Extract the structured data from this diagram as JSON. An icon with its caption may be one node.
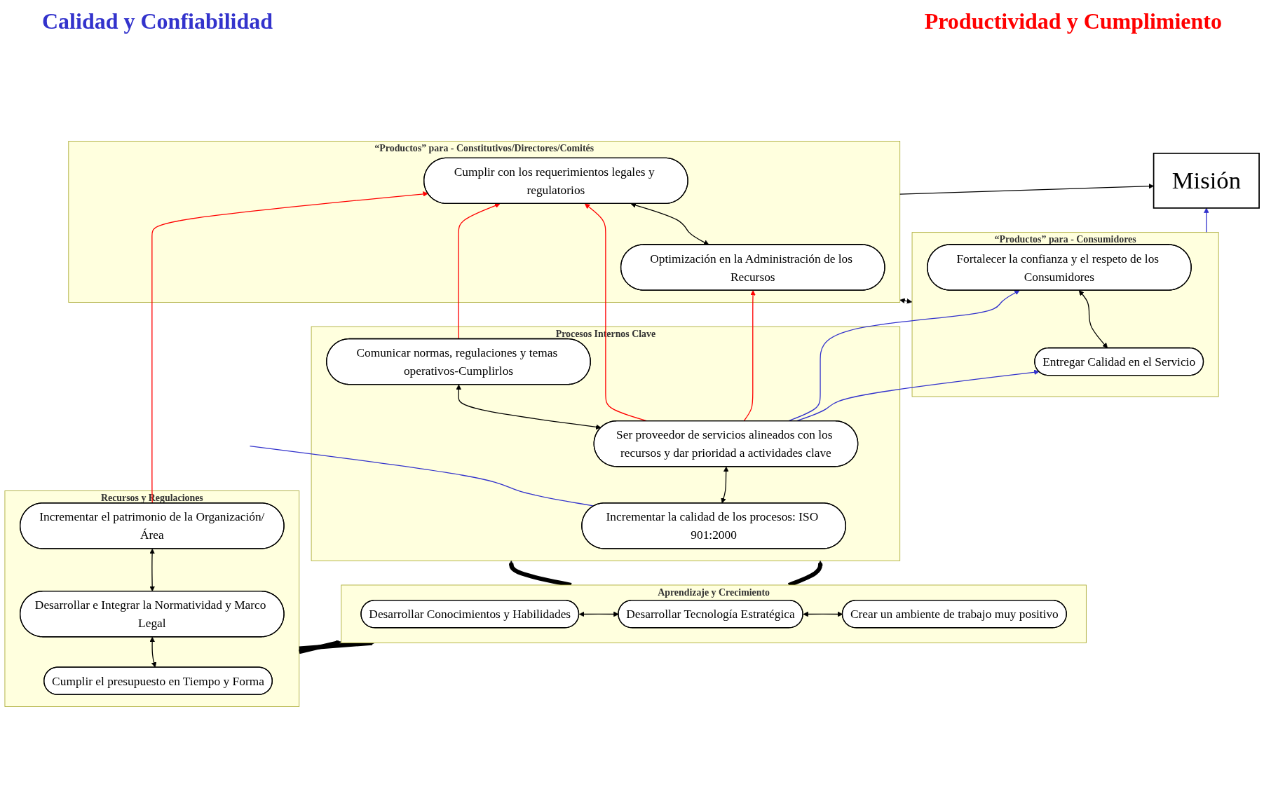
{
  "diagram": {
    "nodes": [
      {
        "text": [
          "Misión"
        ]
      },
      {
        "text": [
          "“Productos” para - Consumidores"
        ]
      },
      {
        "text": [
          "Entregar Calidad en el Servicio"
        ],
        "in": 1
      },
      {
        "text": [
          "Fortalecer la confianza y el respeto de los Consumidores"
        ],
        "in": 1
      },
      {
        "text": [
          "“Productos” para - Constitutivos/Directores/Comités"
        ]
      },
      {
        "text": [
          "Optimización en la Administración de los Recursos"
        ],
        "in": 4
      },
      {
        "text": [
          "Cumplir con los requerimientos legales y regulatorios"
        ],
        "in": 4
      },
      {
        "text": [
          "Procesos Internos Clave"
        ]
      },
      {
        "text": [
          "Incrementar la calidad de los procesos: ISO 901:2000"
        ],
        "in": 7
      },
      {
        "text": [
          "Ser proveedor de servicios alineados con los recursos y dar prioridad a actividades clave"
        ],
        "in": 7
      },
      {
        "text": [
          "Comunicar normas, regulaciones y temas operativos-Cumplirlos"
        ],
        "in": 7
      },
      {
        "text": [
          "Aprendizaje y Crecimiento"
        ]
      },
      {
        "text": [
          "Desarrollar Conocimientos y Habilidades"
        ],
        "in": 11
      },
      {
        "text": [
          "Desarrollar Tecnología Estratégica"
        ],
        "in": 11
      },
      {
        "text": [
          "Crear un ambiente de trabajo muy positivo"
        ],
        "in": 11
      },
      {
        "text": [
          "Recursos y Regulaciones"
        ]
      },
      {
        "text": [
          "Cumplir el presupuesto en Tiempo y Forma"
        ],
        "in": 15
      },
      {
        "text": [
          "Desarrollar e Integrar la Normatividad y Marco Legal"
        ],
        "in": 15
      },
      {
        "text": [
          "Incrementar el patrimonio de la Organización/Área"
        ],
        "in": 15
      }
    ],
    "edges": [
      {
        "from": 1,
        "to": 0,
        "arrow": "to",
        "color": "#3333cc"
      },
      {
        "from": 4,
        "to": 0,
        "arrow": "to"
      },
      {
        "from": 1,
        "to": 4,
        "arrow": "both"
      },
      {
        "from": 2,
        "to": 3,
        "arrow": "both"
      },
      {
        "from": 5,
        "to": 6,
        "arrow": "both"
      },
      {
        "from": 9,
        "to": 2,
        "arrow": "to",
        "color": "#3333cc"
      },
      {
        "from": 9,
        "to": 3,
        "arrow": "to",
        "color": "#3333cc"
      },
      {
        "from": 8,
        "to": null,
        "arrow": "none",
        "color": "#3333cc"
      },
      {
        "from": 9,
        "to": 5,
        "arrow": "to",
        "color": "#ff0000"
      },
      {
        "from": 9,
        "to": 6,
        "arrow": "to",
        "color": "#ff0000"
      },
      {
        "from": 10,
        "to": 6,
        "arrow": "to",
        "color": "#ff0000"
      },
      {
        "from": 18,
        "to": 6,
        "arrow": "to",
        "color": "#ff0000"
      },
      {
        "from": 8,
        "to": 9,
        "arrow": "both"
      },
      {
        "from": 9,
        "to": 10,
        "arrow": "both"
      },
      {
        "from": 11,
        "to": 7,
        "arrow": "to",
        "style": "thick"
      },
      {
        "from": 11,
        "to": 7,
        "arrow": "to",
        "style": "thick"
      },
      {
        "from": 12,
        "to": 13,
        "arrow": "both"
      },
      {
        "from": 13,
        "to": 14,
        "arrow": "both"
      },
      {
        "from": 15,
        "to": 11,
        "arrow": "to",
        "style": "thick"
      },
      {
        "from": 15,
        "to": 11,
        "arrow": "to",
        "style": "thick"
      },
      {
        "from": 16,
        "to": 17,
        "arrow": "both"
      },
      {
        "from": 17,
        "to": 18,
        "arrow": "both"
      }
    ],
    "labels": [
      "Calidad y Confiabilidad",
      "Productividad y Cumplimiento"
    ]
  }
}
